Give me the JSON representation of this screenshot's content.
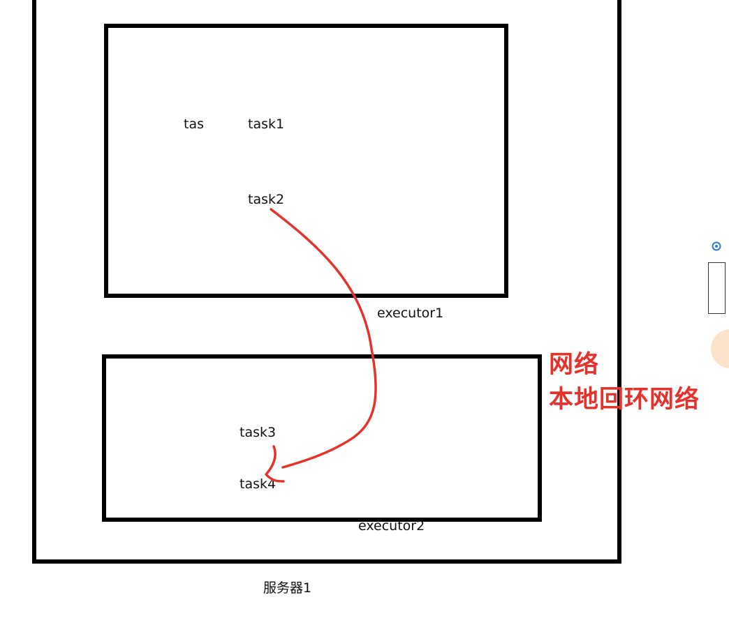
{
  "server": {
    "label": "服务器1"
  },
  "executor1": {
    "label": "executor1",
    "items": [
      "tas",
      "task1",
      "task2"
    ]
  },
  "executor2": {
    "label": "executor2",
    "items": [
      "task3",
      "task4"
    ]
  },
  "annotation": {
    "line1": "网络",
    "line2": "本地回环网络",
    "color": "#e5322d"
  },
  "icons": {
    "side_icon": "swirl-icon"
  }
}
